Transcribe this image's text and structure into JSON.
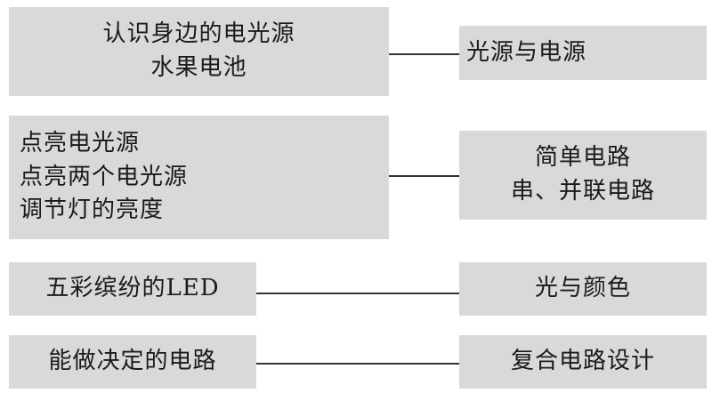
{
  "rows": [
    {
      "left_lines": [
        "认识身边的电光源",
        "水果电池"
      ],
      "right_lines": [
        "光源与电源"
      ]
    },
    {
      "left_lines": [
        "点亮电光源",
        "点亮两个电光源",
        "调节灯的亮度"
      ],
      "right_lines": [
        "简单电路",
        "串、并联电路"
      ]
    },
    {
      "left_lines": [
        "五彩缤纷的LED"
      ],
      "right_lines": [
        "光与颜色"
      ]
    },
    {
      "left_lines": [
        "能做决定的电路"
      ],
      "right_lines": [
        "复合电路设计"
      ]
    }
  ],
  "colors": {
    "box_fill": "#d9d9d9",
    "line": "#333333",
    "text": "#1a1a1a"
  }
}
